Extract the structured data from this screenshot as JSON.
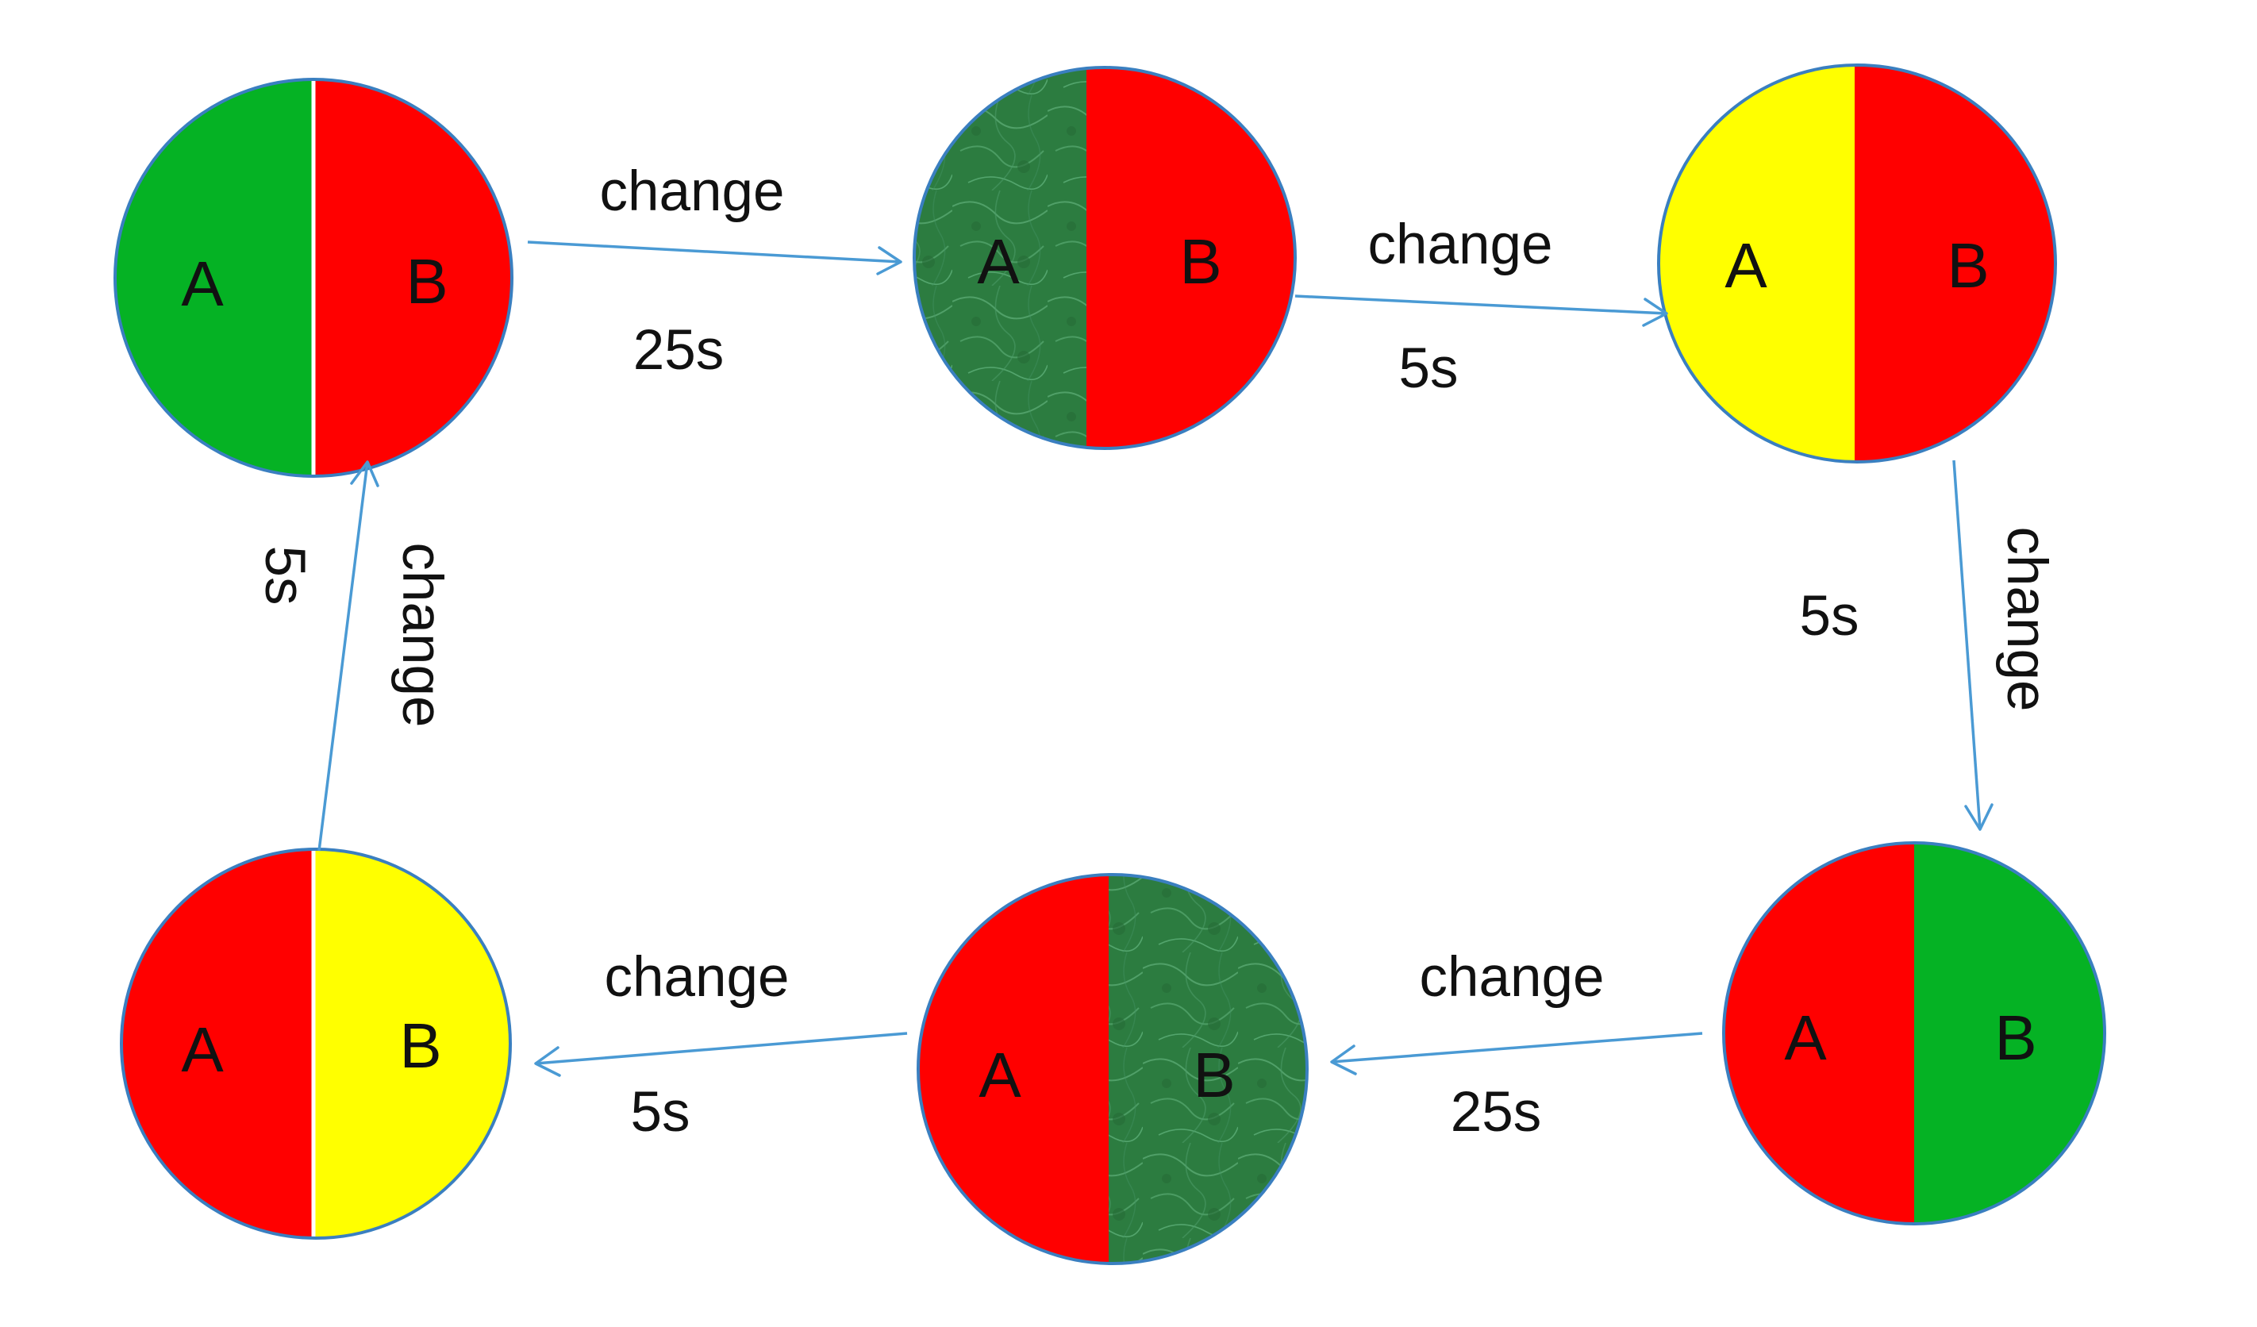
{
  "colors": {
    "green": "#05b224",
    "red": "#ff0000",
    "yellow": "#ffff00",
    "dark_green_texture": "#2a7a3e",
    "arrow": "#4a9ad4",
    "rim": "#3a7fc0"
  },
  "states": [
    {
      "a_label": "A",
      "b_label": "B",
      "a_fill": "green",
      "b_fill": "red"
    },
    {
      "a_label": "A",
      "b_label": "B",
      "a_fill": "textured-green",
      "b_fill": "red"
    },
    {
      "a_label": "A",
      "b_label": "B",
      "a_fill": "yellow",
      "b_fill": "red"
    },
    {
      "a_label": "A",
      "b_label": "B",
      "a_fill": "red",
      "b_fill": "green"
    },
    {
      "a_label": "A",
      "b_label": "B",
      "a_fill": "red",
      "b_fill": "textured-green"
    },
    {
      "a_label": "A",
      "b_label": "B",
      "a_fill": "red",
      "b_fill": "yellow"
    }
  ],
  "transitions": [
    {
      "action": "change",
      "duration": "25s"
    },
    {
      "action": "change",
      "duration": "5s"
    },
    {
      "action": "change",
      "duration": "5s"
    },
    {
      "action": "change",
      "duration": "25s"
    },
    {
      "action": "change",
      "duration": "5s"
    },
    {
      "action": "change",
      "duration": "5s"
    }
  ]
}
